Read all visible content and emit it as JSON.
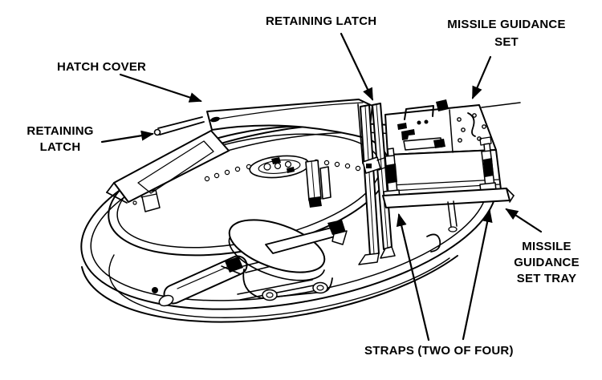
{
  "figure": {
    "background_color": "#ffffff",
    "ink_color": "#000000",
    "labels": {
      "retaining_latch_top": "RETAINING LATCH",
      "missile_guidance_set": [
        "MISSILE GUIDANCE",
        "SET"
      ],
      "hatch_cover": "HATCH COVER",
      "retaining_latch_left": [
        "RETAINING",
        "LATCH"
      ],
      "missile_guidance_set_tray": [
        "MISSILE",
        "GUIDANCE",
        "SET TRAY"
      ],
      "straps": "STRAPS (TWO OF FOUR)"
    }
  }
}
